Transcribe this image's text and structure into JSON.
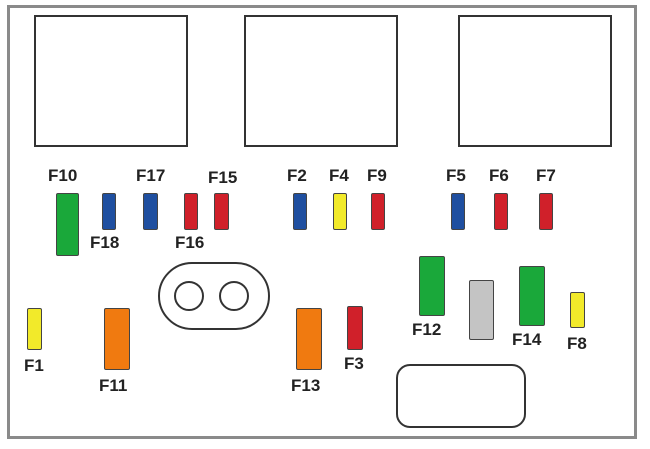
{
  "colors": {
    "blue": "#1f4fa0",
    "red": "#d0202a",
    "yellow": "#f2ea2a",
    "green": "#1aa83a",
    "orange": "#f07a10",
    "grey": "#c4c4c4"
  },
  "fuses": [
    {
      "label": "F10",
      "color": "green"
    },
    {
      "label": "F18",
      "color": "blue"
    },
    {
      "label": "F17",
      "color": "blue"
    },
    {
      "label": "F16",
      "color": "red"
    },
    {
      "label": "F15",
      "color": "red"
    },
    {
      "label": "F2",
      "color": "blue"
    },
    {
      "label": "F4",
      "color": "yellow"
    },
    {
      "label": "F9",
      "color": "red"
    },
    {
      "label": "F5",
      "color": "blue"
    },
    {
      "label": "F6",
      "color": "red"
    },
    {
      "label": "F7",
      "color": "red"
    },
    {
      "label": "F1",
      "color": "yellow"
    },
    {
      "label": "F11",
      "color": "orange"
    },
    {
      "label": "F13",
      "color": "orange"
    },
    {
      "label": "F3",
      "color": "red"
    },
    {
      "label": "F12",
      "color": "green"
    },
    {
      "label": "F14",
      "color": "green"
    },
    {
      "label": "F8",
      "color": "yellow"
    }
  ],
  "unlabeled_fuse": {
    "color": "grey"
  }
}
